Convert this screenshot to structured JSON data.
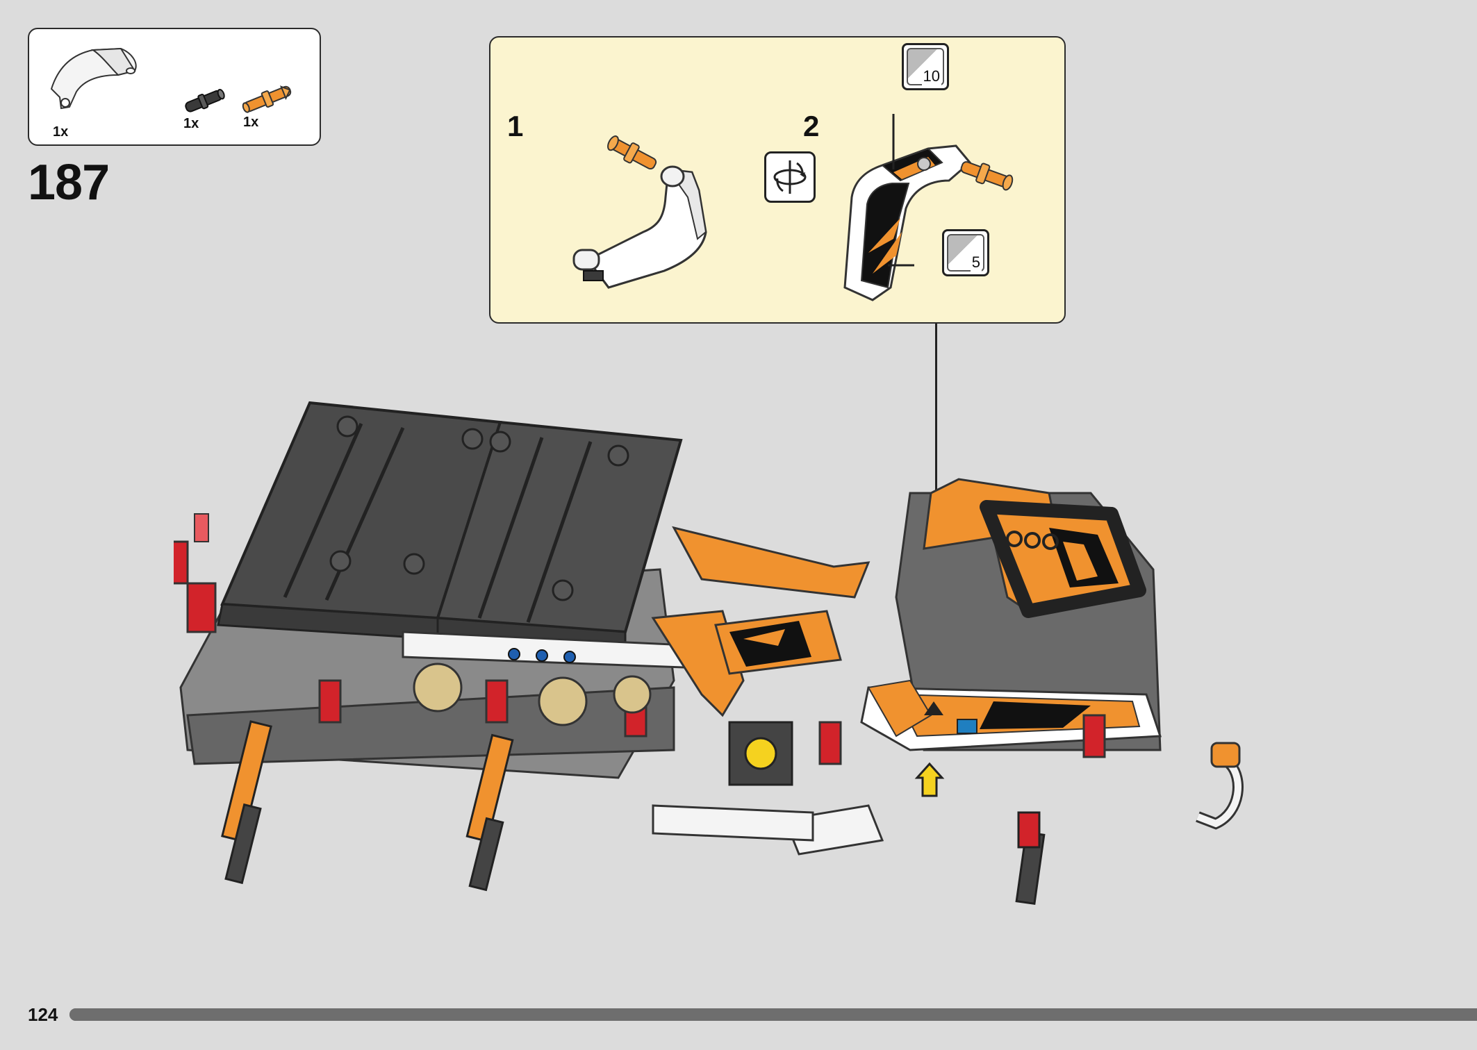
{
  "parts_list": {
    "items": [
      {
        "name": "white-panel",
        "qty": "1x"
      },
      {
        "name": "black-connector-pin",
        "qty": "1x"
      },
      {
        "name": "orange-axle-pin",
        "qty": "1x"
      }
    ]
  },
  "step": {
    "number": "187"
  },
  "sub_steps": [
    {
      "number": "1"
    },
    {
      "number": "2"
    }
  ],
  "stickers": [
    {
      "number": "10"
    },
    {
      "number": "5"
    }
  ],
  "icons": {
    "rotate": "rotate-model-icon",
    "arrow": "insert-arrow-icon"
  },
  "colors": {
    "background": "#dcdcdc",
    "subpanel": "#fbf4cf",
    "orange": "#f0922f",
    "red": "#d2232a",
    "blue": "#1f5fb0",
    "yellow": "#f5d21f",
    "dark_gray": "#4a4a4a",
    "light_gray": "#9b9b9b"
  },
  "footer": {
    "page_number": "124",
    "progress": 1.0
  }
}
